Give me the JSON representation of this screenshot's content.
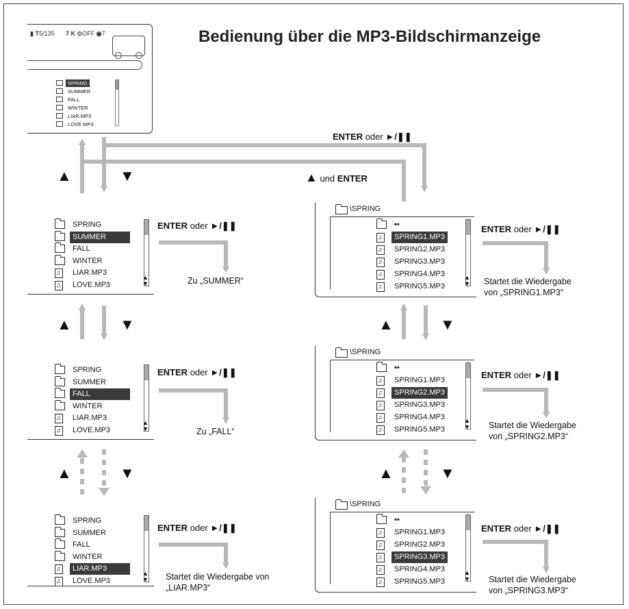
{
  "title": "Bedienung über die MP3-Bildschirmanzeige",
  "device": {
    "status_track": "5/135",
    "status_k": "7 K",
    "status_off": "OFF",
    "status_num": "7",
    "list_items": [
      "SPRING",
      "SUMMER",
      "FALL",
      "WINTER",
      "LIAR.MP3",
      "LOVE.MP3"
    ],
    "selected": "SPRING"
  },
  "labels": {
    "enter": "ENTER",
    "oder": "oder",
    "play_pause": "►/❚❚",
    "und": "und",
    "up": "▲",
    "down": "▼"
  },
  "left_panels": [
    {
      "items": [
        "SPRING",
        "SUMMER",
        "FALL",
        "WINTER",
        "LIAR.MP3",
        "LOVE.MP3"
      ],
      "selected": "SUMMER",
      "result": "Zu „SUMMER“"
    },
    {
      "items": [
        "SPRING",
        "SUMMER",
        "FALL",
        "WINTER",
        "LIAR.MP3",
        "LOVE.MP3"
      ],
      "selected": "FALL",
      "result": "Zu „FALL“"
    },
    {
      "items": [
        "SPRING",
        "SUMMER",
        "FALL",
        "WINTER",
        "LIAR.MP3",
        "LOVE.MP3"
      ],
      "selected": "LIAR.MP3",
      "result_line1": "Startet die Wiedergabe von",
      "result_line2": "„LIAR.MP3“"
    }
  ],
  "right_panels": [
    {
      "path": "\\SPRING",
      "up_dir": "••",
      "items": [
        "SPRING1.MP3",
        "SPRING2.MP3",
        "SPRING3.MP3",
        "SPRING4.MP3",
        "SPRING5.MP3"
      ],
      "selected": "SPRING1.MP3",
      "result_line1": "Startet die Wiedergabe",
      "result_line2": "von „SPRING1.MP3“"
    },
    {
      "path": "\\SPRING",
      "up_dir": "••",
      "items": [
        "SPRING1.MP3",
        "SPRING2.MP3",
        "SPRING3.MP3",
        "SPRING4.MP3",
        "SPRING5.MP3"
      ],
      "selected": "SPRING2.MP3",
      "result_line1": "Startet die Wiedergabe",
      "result_line2": "von „SPRING2.MP3“"
    },
    {
      "path": "\\SPRING",
      "up_dir": "••",
      "items": [
        "SPRING1.MP3",
        "SPRING2.MP3",
        "SPRING3.MP3",
        "SPRING4.MP3",
        "SPRING5.MP3"
      ],
      "selected": "SPRING3.MP3",
      "result_line1": "Startet die Wiedergabe",
      "result_line2": "von „SPRING3.MP3“"
    }
  ]
}
